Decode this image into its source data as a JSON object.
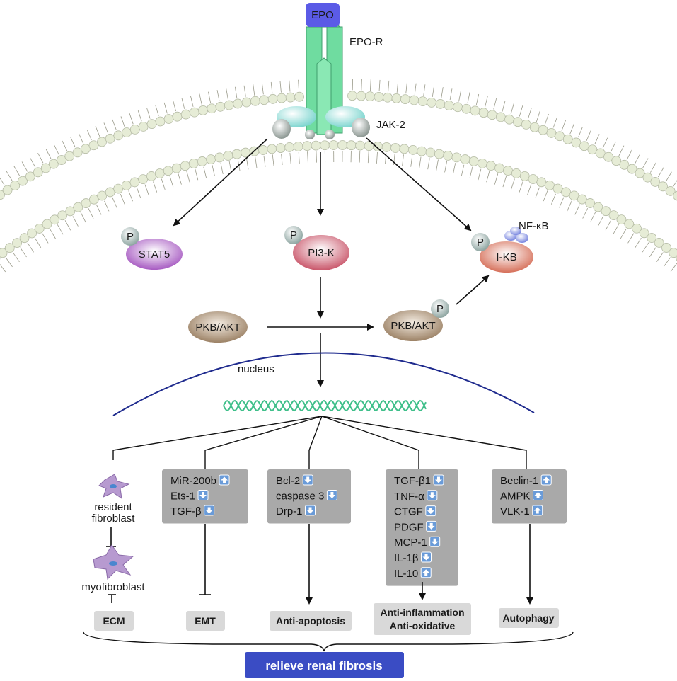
{
  "ligand": {
    "name": "EPO",
    "receptor": "EPO-R",
    "kinase": "JAK-2"
  },
  "phospho_label": "P",
  "nodes": {
    "stat5": "STAT5",
    "pi3k": "PI3-K",
    "ikb": "I-KB",
    "nfkb": "NF-κB",
    "akt_inactive": "PKB/AKT",
    "akt_active": "PKB/AKT"
  },
  "nucleus_label": "nucleus",
  "cells": {
    "resident": "resident fibroblast",
    "resident_line1": "resident",
    "resident_line2": "fibroblast",
    "myo": "myofibroblast"
  },
  "boxes": [
    {
      "items": [
        {
          "text": "MiR-200b",
          "dir": "up"
        },
        {
          "text": "Ets-1",
          "dir": "down"
        },
        {
          "text": "TGF-β",
          "dir": "down"
        }
      ]
    },
    {
      "items": [
        {
          "text": "Bcl-2",
          "dir": "down"
        },
        {
          "text": "caspase 3",
          "dir": "down"
        },
        {
          "text": "Drp-1",
          "dir": "down"
        }
      ]
    },
    {
      "items": [
        {
          "text": "TGF-β1",
          "dir": "down"
        },
        {
          "text": "TNF-α",
          "dir": "down"
        },
        {
          "text": "CTGF",
          "dir": "down"
        },
        {
          "text": "PDGF",
          "dir": "down"
        },
        {
          "text": "MCP-1",
          "dir": "down"
        },
        {
          "text": "IL-1β",
          "dir": "down"
        },
        {
          "text": "IL-10",
          "dir": "up"
        }
      ]
    },
    {
      "items": [
        {
          "text": "Beclin-1",
          "dir": "up"
        },
        {
          "text": "AMPK",
          "dir": "up"
        },
        {
          "text": "VLK-1",
          "dir": "up"
        }
      ]
    }
  ],
  "outcomes": {
    "ecm": "ECM",
    "emt": "EMT",
    "apoptosis": "Anti-apoptosis",
    "inflammation_line1": "Anti-inflammation",
    "inflammation_line2": "Anti-oxidative",
    "autophagy": "Autophagy"
  },
  "final": "relieve renal fibrosis",
  "colors": {
    "epo": "#5b5be6",
    "receptor": "#6fdca0",
    "jak_teal": "#7fd6d0",
    "jak_gray": "#9aa5a0",
    "lipid_head": "#e6ecd6",
    "stat5": "#a75bc2",
    "pi3k": "#c9566a",
    "ikb": "#d6705a",
    "akt": "#9c8266",
    "phospho": "#8fa6a2",
    "nfkb": "#8e9ae8",
    "nucleus": "#1f2b8e",
    "dna": "#3fbf8a",
    "box": "#a9a9a9",
    "outcome": "#d9d9d9",
    "final": "#3a4cc4",
    "arrow_up": "#6a9bd8"
  }
}
